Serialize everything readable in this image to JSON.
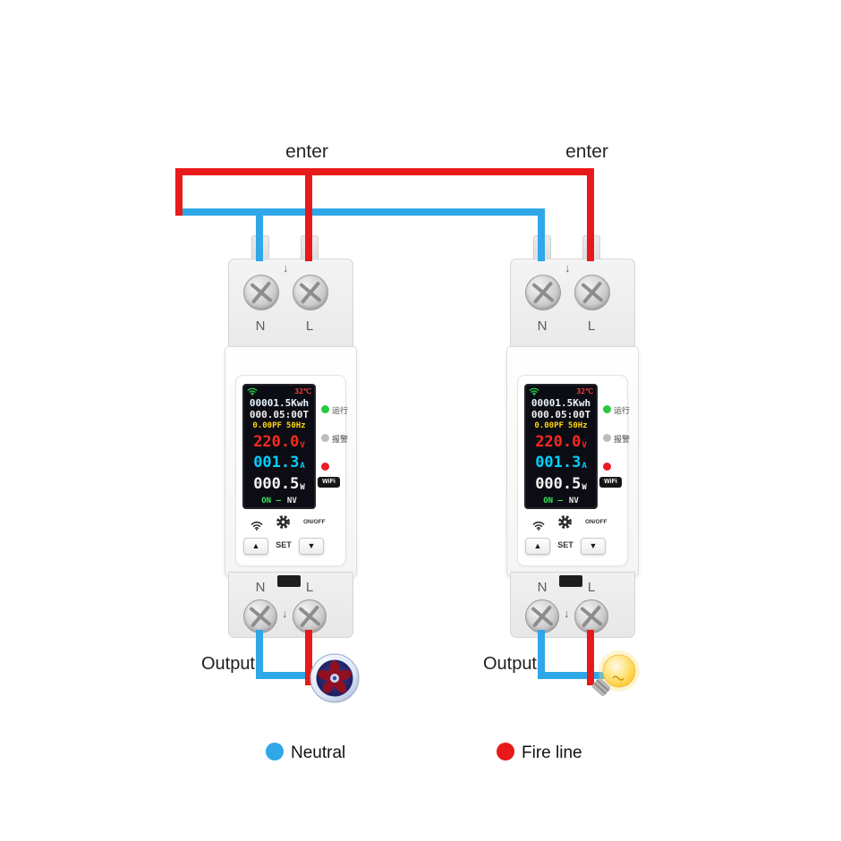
{
  "diagram": {
    "enter_label": "enter",
    "output_label": "Output",
    "legend": {
      "neutral": {
        "label": "Neutral",
        "color": "#2fa7e8"
      },
      "fire": {
        "label": "Fire line",
        "color": "#e8191a"
      }
    }
  },
  "device": {
    "terminals": {
      "n": "N",
      "l": "L",
      "arrow": "↓"
    },
    "display": {
      "temp": "32℃",
      "energy": "00001.5Kwh",
      "runtime": "000.05:00T",
      "power_factor": "0.00PF",
      "frequency": "50Hz",
      "voltage_value": "220.0",
      "voltage_unit": "V",
      "current_value": "001.3",
      "current_unit": "A",
      "power_value": "000.5",
      "power_unit": "W",
      "status_left": "ON —",
      "status_right": "NV"
    },
    "indicators": {
      "run_label": "运行",
      "alarm_label": "报警",
      "wifi_badge": "WiFi"
    },
    "controls": {
      "set_label": "SET",
      "onoff_label": "ON/OFF",
      "up": "▲",
      "down": "▼"
    }
  }
}
